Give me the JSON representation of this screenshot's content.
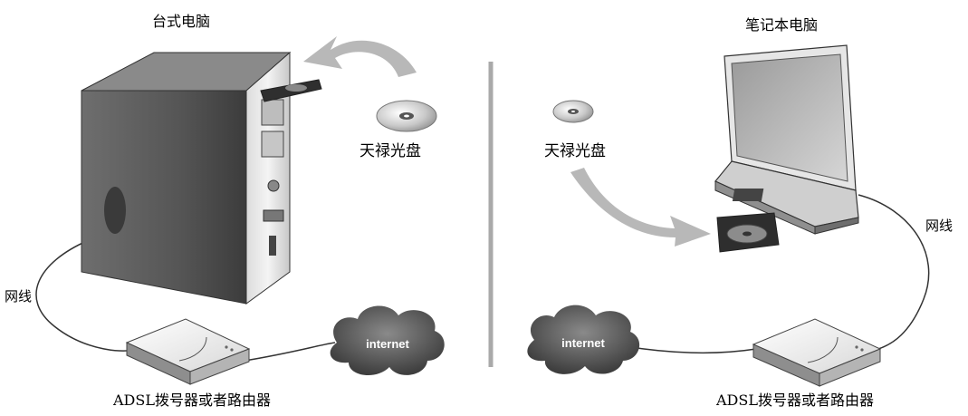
{
  "left": {
    "device_label": "台式电脑",
    "disc_label": "天禄光盘",
    "cable_label": "网线",
    "cloud_label": "internet",
    "router_label": "ADSL拨号器或者路由器"
  },
  "right": {
    "device_label": "笔记本电脑",
    "disc_label": "天禄光盘",
    "cable_label": "网线",
    "cloud_label": "internet",
    "router_label": "ADSL拨号器或者路由器"
  },
  "colors": {
    "divider": "#a9a9a9",
    "arrow": "#b8b8b8",
    "tower": "#5e5e5e",
    "cloud": "#6b6b6b"
  }
}
